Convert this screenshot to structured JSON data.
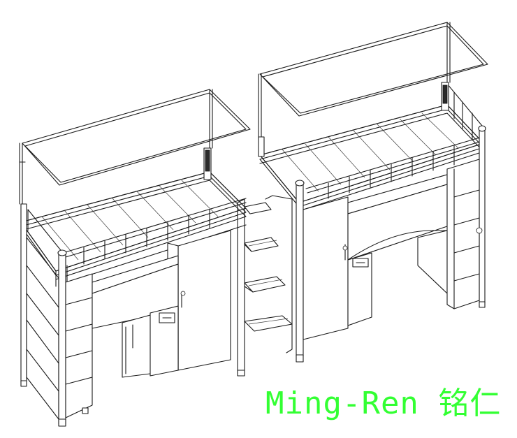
{
  "watermark": {
    "text": "Ming-Ren 铭仁",
    "color": "#33ff33"
  },
  "scene": {
    "units": [
      {
        "name": "left-loft-bed-unit",
        "has_ladder": true
      },
      {
        "name": "right-loft-bed-unit",
        "has_ladder": false
      }
    ],
    "line_color": "#1a1a1a",
    "background": "#ffffff"
  }
}
